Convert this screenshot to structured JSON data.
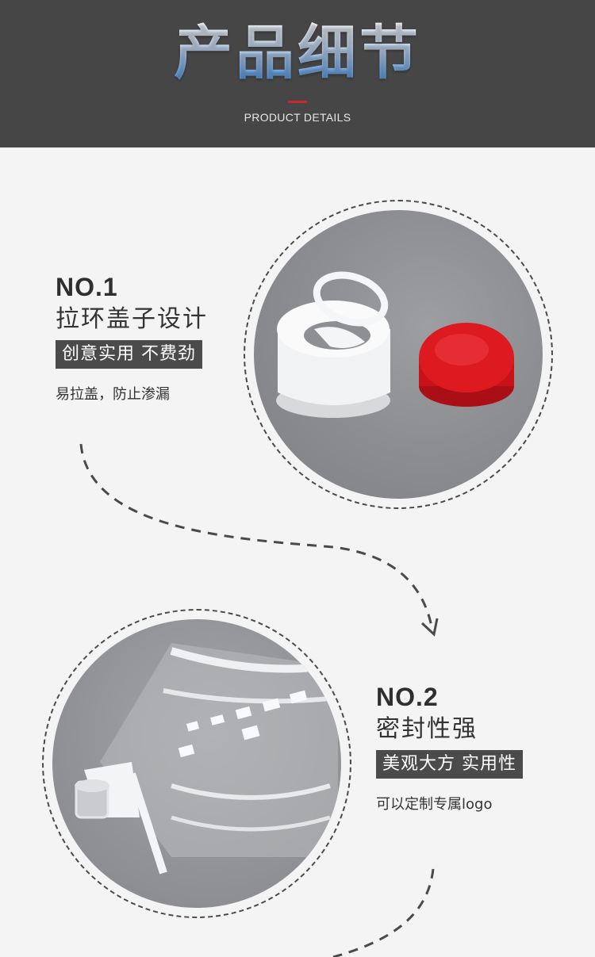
{
  "header": {
    "title": "产品细节",
    "subtitle": "PRODUCT DETAILS"
  },
  "features": [
    {
      "number": "NO.1",
      "title": "拉环盖子设计",
      "tag": "创意实用 不费劲",
      "description": "易拉盖，防止渗漏"
    },
    {
      "number": "NO.2",
      "title": "密封性强",
      "tag": "美观大方 实用性",
      "description": "可以定制专属logo"
    }
  ],
  "colors": {
    "header_bg": "#464647",
    "accent_red": "#c9252f",
    "tag_bg": "#4b4b4c",
    "page_bg": "#f4f4f5",
    "cap_red": "#d8151c"
  }
}
